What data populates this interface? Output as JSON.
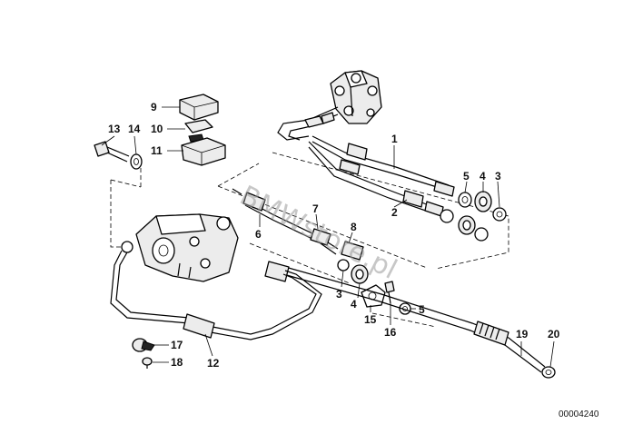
{
  "callouts": [
    {
      "id": "c1",
      "text": "1"
    },
    {
      "id": "c2",
      "text": "2"
    },
    {
      "id": "c3a",
      "text": "3"
    },
    {
      "id": "c4a",
      "text": "4"
    },
    {
      "id": "c5a",
      "text": "5"
    },
    {
      "id": "c6",
      "text": "6"
    },
    {
      "id": "c7",
      "text": "7"
    },
    {
      "id": "c8",
      "text": "8"
    },
    {
      "id": "c3b",
      "text": "3"
    },
    {
      "id": "c4b",
      "text": "4"
    },
    {
      "id": "c5b",
      "text": "5"
    },
    {
      "id": "c9",
      "text": "9"
    },
    {
      "id": "c10",
      "text": "10"
    },
    {
      "id": "c11",
      "text": "11"
    },
    {
      "id": "c12",
      "text": "12"
    },
    {
      "id": "c13",
      "text": "13"
    },
    {
      "id": "c14",
      "text": "14"
    },
    {
      "id": "c15",
      "text": "15"
    },
    {
      "id": "c16",
      "text": "16"
    },
    {
      "id": "c17",
      "text": "17"
    },
    {
      "id": "c18",
      "text": "18"
    },
    {
      "id": "c19",
      "text": "19"
    },
    {
      "id": "c20",
      "text": "20"
    }
  ],
  "document_number": "00004240",
  "watermark": "BMWstore.pl"
}
